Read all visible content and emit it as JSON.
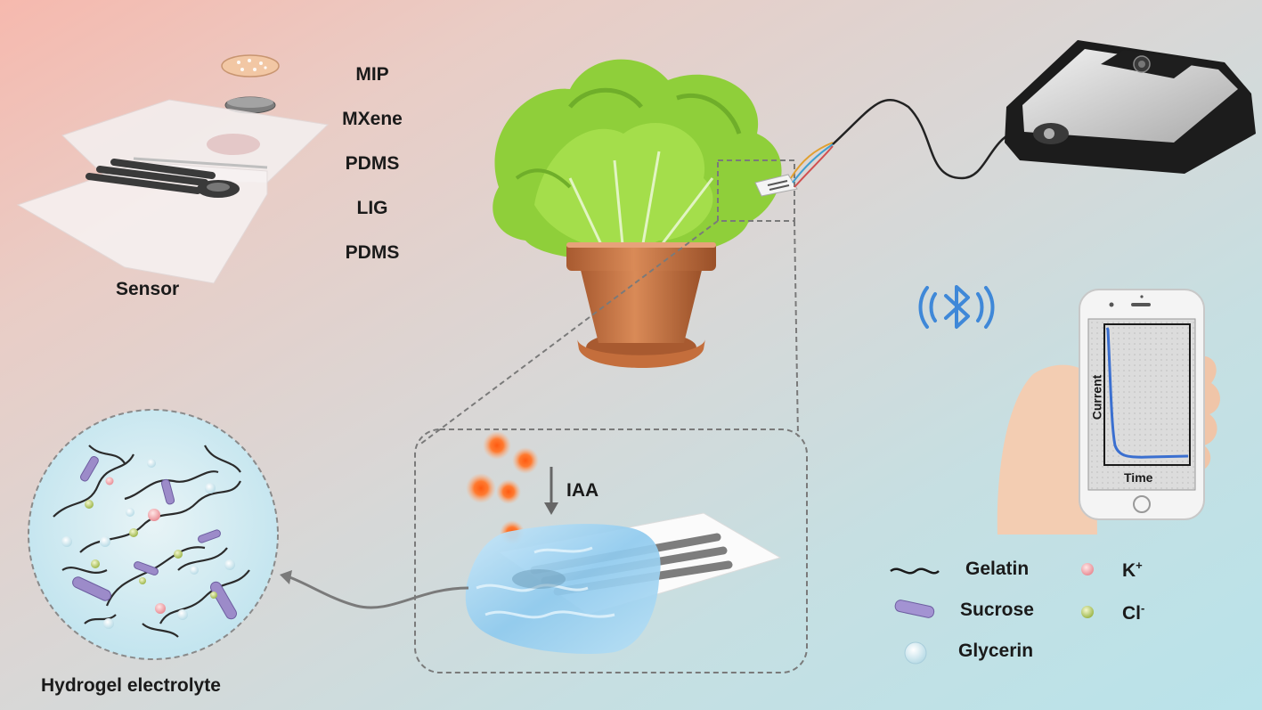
{
  "layers": [
    "MIP",
    "MXene",
    "PDMS",
    "LIG",
    "PDMS"
  ],
  "sensor_title": "Sensor",
  "hydrogel_title": "Hydrogel electrolyte",
  "analyte_label": "IAA",
  "phone_chart": {
    "ylabel": "Current",
    "xlabel": "Time"
  },
  "legend": {
    "gelatin": "Gelatin",
    "sucrose": "Sucrose",
    "glycerin": "Glycerin",
    "k_base": "K",
    "k_sup": "+",
    "cl_base": "Cl",
    "cl_sup": "-"
  },
  "colors": {
    "mip": "#f1c5a3",
    "mxene": "#8a8a8a",
    "lig": "#333333",
    "iaa": "#ff6a1f",
    "hydrogel": "#9fd3ef",
    "bluetooth": "#3f88d8",
    "curve": "#3a6fd0",
    "pot": "#c8703f",
    "lettuce": "#8fcf3a"
  },
  "icons": [
    "bluetooth-icon",
    "potentiostat-device",
    "smartphone",
    "lettuce-plant",
    "flower-pot"
  ]
}
